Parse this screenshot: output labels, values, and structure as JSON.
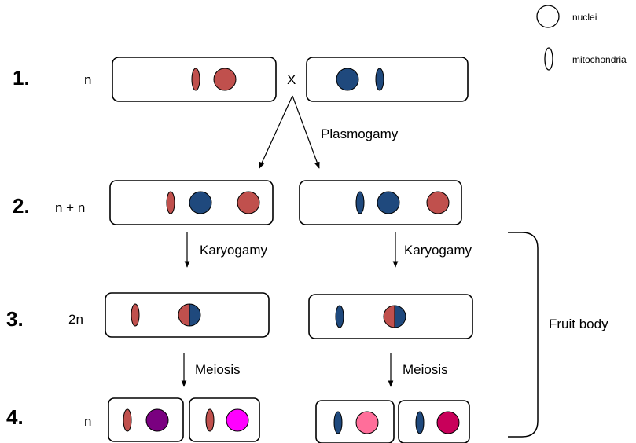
{
  "legend": [
    {
      "label": "nuclei",
      "icon": "nucleus-icon"
    },
    {
      "label": "mitochondria",
      "icon": "mitochondrion-icon"
    }
  ],
  "steps": [
    "1.",
    "2.",
    "3.",
    "4."
  ],
  "ploidy": [
    "n",
    "n + n",
    "2n",
    "n"
  ],
  "cross_symbol": "X",
  "processes": {
    "plasmogamy": "Plasmogamy",
    "karyogamy": "Karyogamy",
    "meiosis": "Meiosis"
  },
  "bracket_label": "Fruit body",
  "colors": {
    "red": "#c0504d",
    "blue": "#1f497d",
    "purple": "#7a0080",
    "magenta": "#ff00ff",
    "pink": "#ff6e9a",
    "crimson": "#c8005a"
  }
}
